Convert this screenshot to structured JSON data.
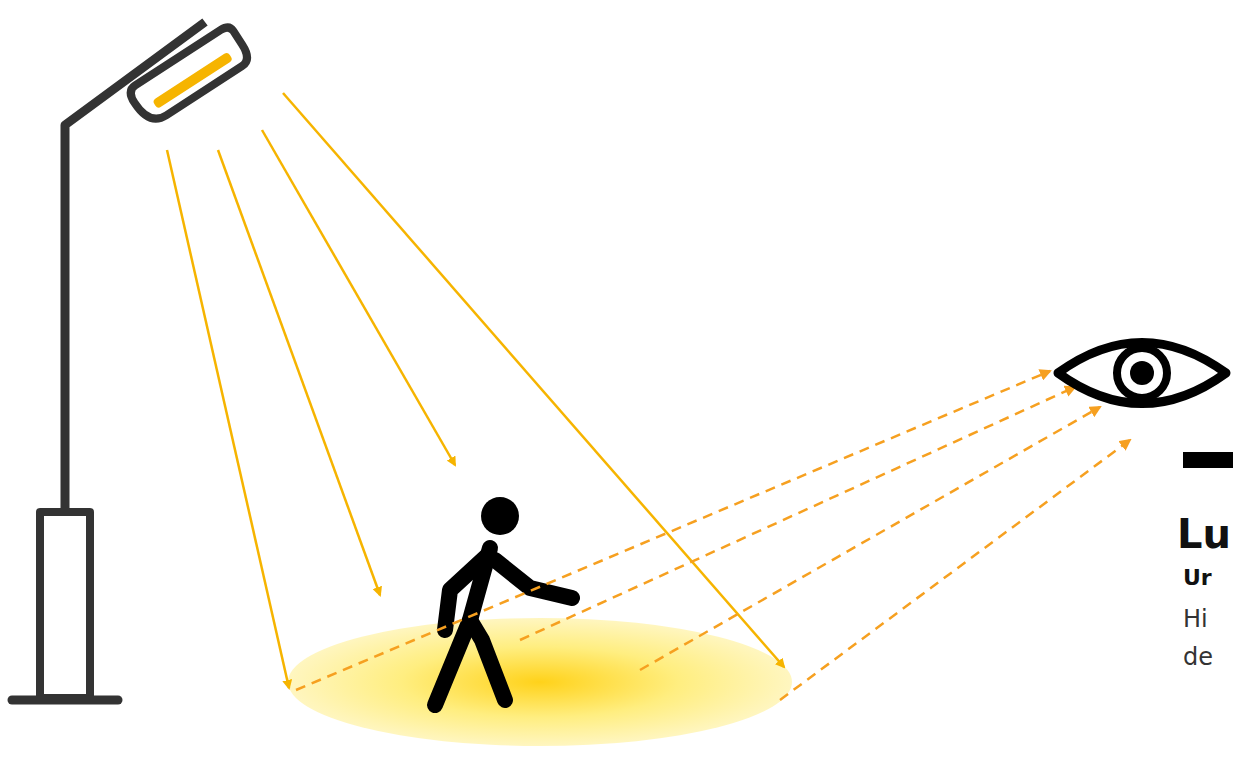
{
  "diagram": {
    "labels": [
      "Lu",
      "Ur",
      "Hi",
      "de"
    ]
  }
}
